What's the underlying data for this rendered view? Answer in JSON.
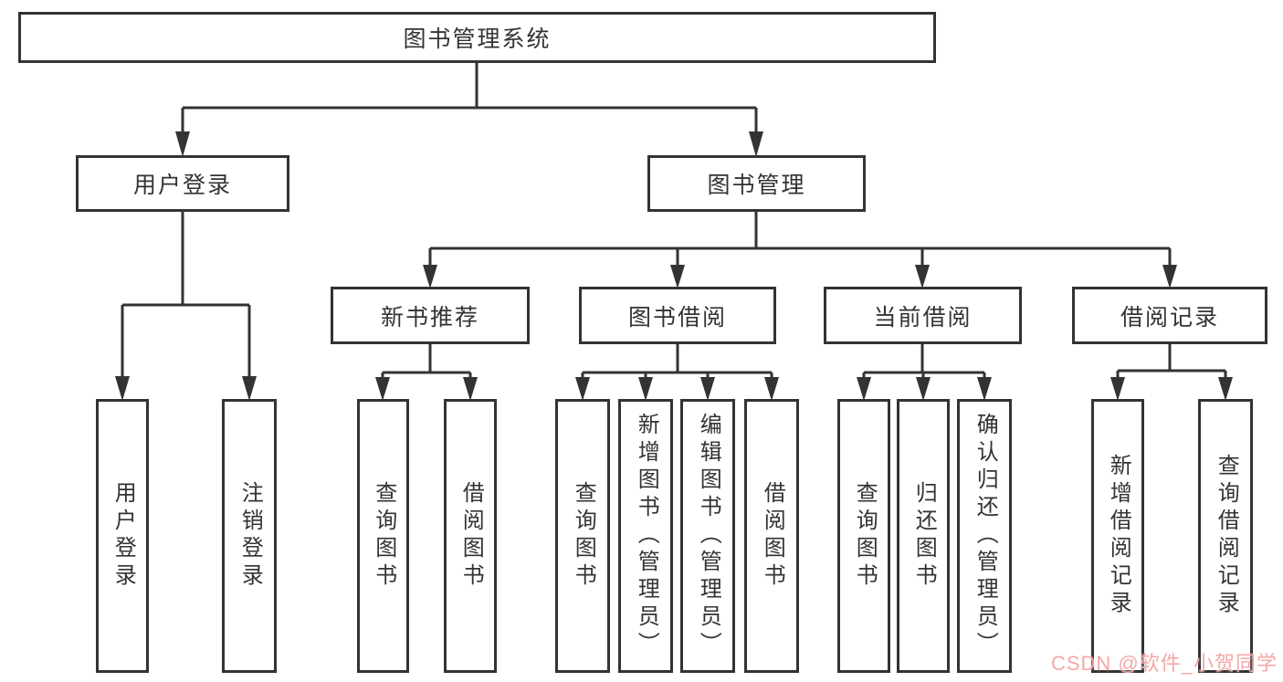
{
  "tree": {
    "label": "图书管理系统",
    "children": [
      {
        "label": "用户登录",
        "children": [
          {
            "label": "用户登录"
          },
          {
            "label": "注销登录"
          }
        ]
      },
      {
        "label": "图书管理",
        "children": [
          {
            "label": "新书推荐",
            "children": [
              {
                "label": "查询图书"
              },
              {
                "label": "借阅图书"
              }
            ]
          },
          {
            "label": "图书借阅",
            "children": [
              {
                "label": "查询图书"
              },
              {
                "label": "新增图书（管理员）"
              },
              {
                "label": "编辑图书（管理员）"
              },
              {
                "label": "借阅图书"
              }
            ]
          },
          {
            "label": "当前借阅",
            "children": [
              {
                "label": "查询图书"
              },
              {
                "label": "归还图书"
              },
              {
                "label": "确认归还（管理员）"
              }
            ]
          },
          {
            "label": "借阅记录",
            "children": [
              {
                "label": "新增借阅记录"
              },
              {
                "label": "查询借阅记录"
              }
            ]
          }
        ]
      }
    ]
  },
  "watermark": {
    "text": "CSDN @软件_小贺同学"
  },
  "colors": {
    "line": "#333333",
    "box_border": "#333333",
    "box_background": "#ffffff",
    "text": "#333333",
    "watermark": "#f4a0a0",
    "background": "#ffffff"
  }
}
